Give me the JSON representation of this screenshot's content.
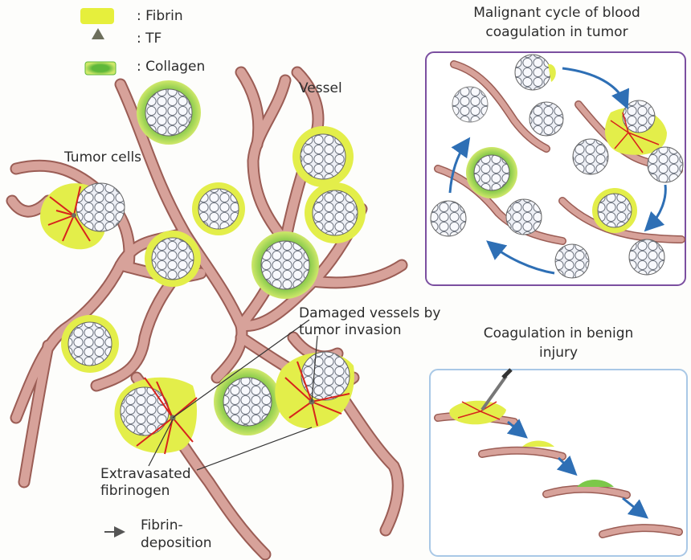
{
  "legend": {
    "fibrin": ": Fibrin",
    "tf": ": TF",
    "collagen": ": Collagen"
  },
  "labels": {
    "vessel": "Vessel",
    "tumor_cells": "Tumor cells",
    "damaged_vessels_line1": "Damaged vessels by",
    "damaged_vessels_line2": "tumor invasion",
    "extravasated_line1": "Extravasated",
    "extravasated_line2": "fibrinogen",
    "fibrin_deposition_line1": "Fibrin-",
    "fibrin_deposition_line2": "deposition"
  },
  "panels": {
    "malignant_title_line1": "Malignant cycle of blood",
    "malignant_title_line2": "coagulation in tumor",
    "benign_title_line1": "Coagulation in benign",
    "benign_title_line2": "injury"
  },
  "colors": {
    "fibrin": "#e6ef3c",
    "collagen": "#7cc84a",
    "tf": "#6d6f5c",
    "vessel": "#d7a29a",
    "vessel_edge": "#9b5d55",
    "fibrin_strand": "#d7231c",
    "arrow_blue": "#2e6fb5",
    "malignant_border": "#7b4fa0",
    "benign_border": "#a9c8e6"
  }
}
